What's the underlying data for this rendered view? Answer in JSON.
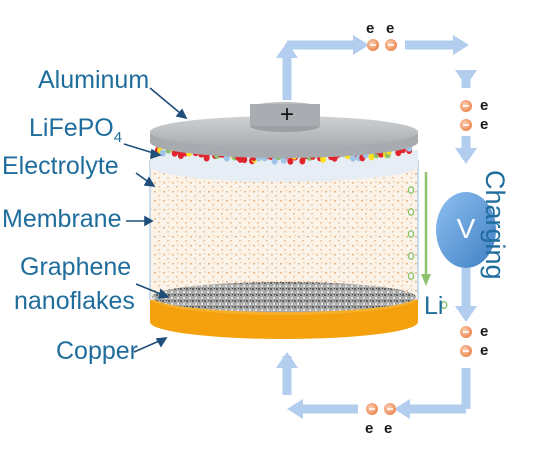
{
  "labels": {
    "aluminum": "Aluminum",
    "lifepo4_main": "LiFePO",
    "lifepo4_sub": "4",
    "electrolyte": "Electrolyte",
    "membrane": "Membrane",
    "graphene_line1": "Graphene",
    "graphene_line2": "nanoflakes",
    "copper": "Copper",
    "li": "Li",
    "charging": "Charging",
    "voltmeter": "V",
    "plus": "+",
    "electron": "e"
  },
  "colors": {
    "label_text": "#1f6d9c",
    "arrow_flow": "#a9c6ea",
    "cap_gray": "#b9bcc0",
    "copper_orange": "#f5a20e",
    "voltmeter_fill": "#5b9bdc",
    "electron_orange": "#f39b6a",
    "li_ion_green": "#8fc16e",
    "ion_red": "#e0252d",
    "ion_yellow": "#ffe11d"
  },
  "icons": [
    "electron-particle-icon",
    "lithium-ion-icon",
    "voltmeter-icon",
    "flow-arrow-icon",
    "plus-terminal-icon"
  ]
}
